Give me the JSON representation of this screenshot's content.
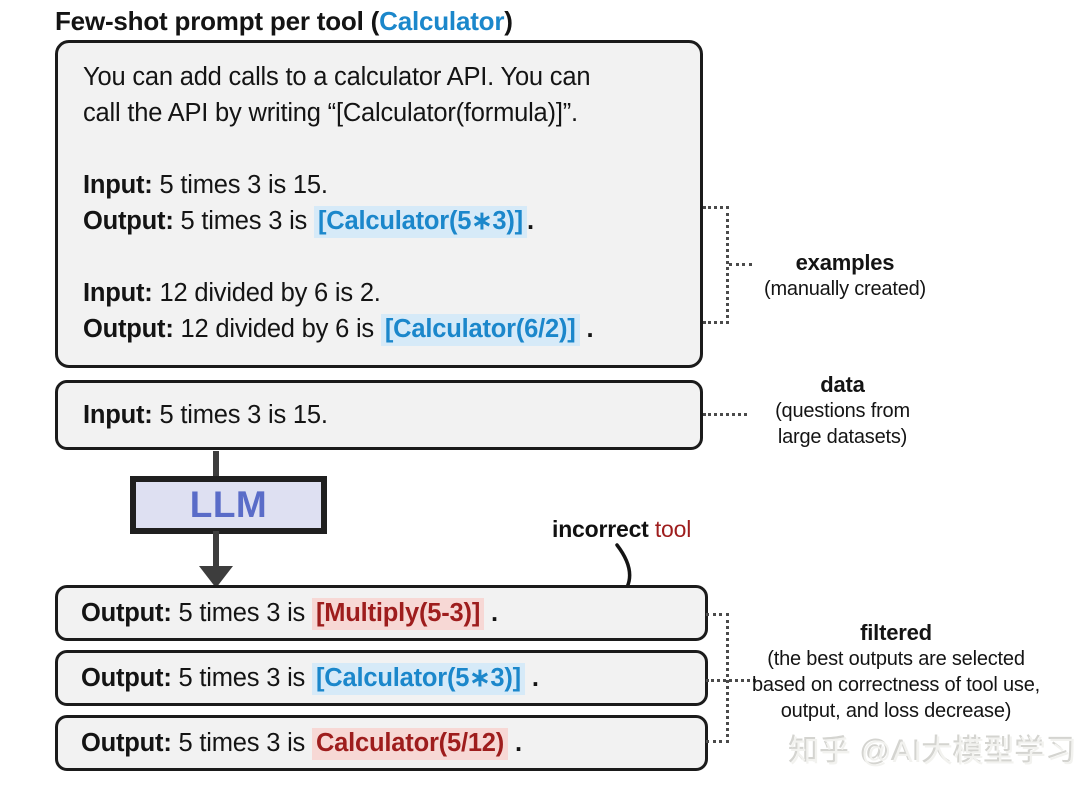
{
  "title": {
    "main": "Few-shot prompt per tool ",
    "paren_open": "(",
    "tool": "Calculator",
    "paren_close": ")"
  },
  "colors": {
    "blue": "#1b87cb",
    "blue_bg": "#d6eaf8",
    "red": "#9e1d1d",
    "red_bg": "#f7d8d5",
    "box_bg": "#f2f2f2",
    "llm_bg": "#dee0f2",
    "llm_text": "#5a6cc8"
  },
  "prompt_box": {
    "intro_line1": "You can add calls to a calculator API. You can",
    "intro_line2": "call the API by writing “[Calculator(formula)]”.",
    "example1": {
      "input_label": "Input:",
      "input_text": " 5 times 3 is 15.",
      "output_label": "Output:",
      "output_pre": " 5 times 3 is ",
      "tool_call": "[Calculator(5∗3)]",
      "output_post": "."
    },
    "example2": {
      "input_label": "Input:",
      "input_text": " 12 divided by 6 is 2.",
      "output_label": "Output:",
      "output_pre": " 12 divided by 6 is ",
      "tool_call": "[Calculator(6/2)]",
      "output_post": " ."
    }
  },
  "data_box": {
    "input_label": "Input:",
    "input_text": " 5 times 3 is 15."
  },
  "llm_box": {
    "label": "LLM"
  },
  "incorrect_label": {
    "bold": "incorrect",
    "rest": " tool"
  },
  "outputs": [
    {
      "label": "Output:",
      "pre": " 5 times 3 is ",
      "tool_call": "[Multiply(5-3)]",
      "post": " .",
      "status": "incorrect"
    },
    {
      "label": "Output:",
      "pre": " 5 times 3 is ",
      "tool_call": "[Calculator(5∗3)]",
      "post": " .",
      "status": "correct"
    },
    {
      "label": "Output:",
      "pre": " 5 times 3 is ",
      "tool_call": "Calculator(5/12)",
      "post": " .",
      "status": "incorrect"
    }
  ],
  "annotations": {
    "examples": {
      "title": "examples",
      "subtitle": "(manually created)"
    },
    "data": {
      "title": "data",
      "subtitle_line1": "(questions from",
      "subtitle_line2": "large datasets)"
    },
    "filtered": {
      "title": "filtered",
      "subtitle_line1": "(the best outputs are selected",
      "subtitle_line2": "based on correctness of tool use,",
      "subtitle_line3": "output, and loss decrease)"
    }
  },
  "watermark": "知乎 @AI大模型学习"
}
